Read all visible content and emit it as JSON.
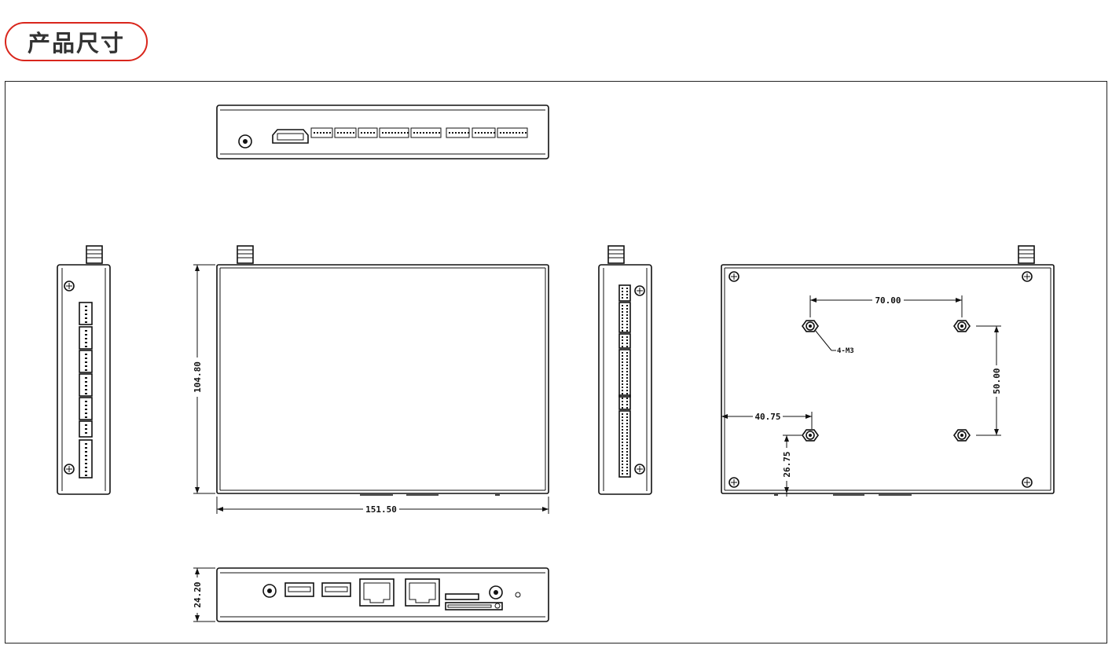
{
  "header": {
    "title": "产品尺寸"
  },
  "dimensions": {
    "width": "151.50",
    "height": "104.80",
    "thickness": "24.20",
    "hole_spacing_x": "70.00",
    "hole_spacing_y": "50.00",
    "hole_offset_x": "40.75",
    "hole_offset_y": "26.75",
    "hole_spec": "4-M3"
  }
}
